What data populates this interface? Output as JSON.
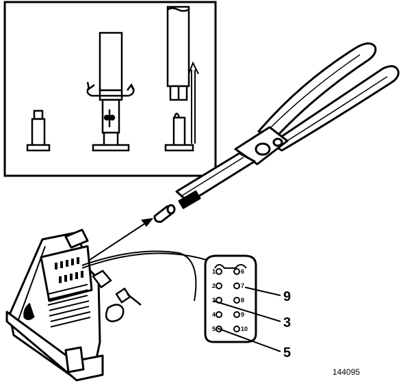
{
  "figure": {
    "reference_number": "144095",
    "callouts": [
      "9",
      "3",
      "5"
    ],
    "connector_pins": {
      "left_column": [
        "1",
        "2",
        "3",
        "4",
        "5"
      ],
      "right_column": [
        "6",
        "7",
        "8",
        "9",
        "10"
      ]
    }
  }
}
